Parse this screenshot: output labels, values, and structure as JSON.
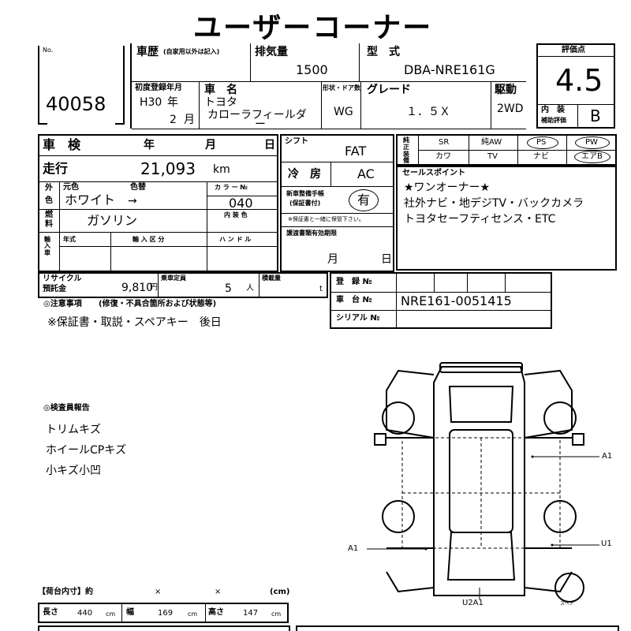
{
  "title": "ユーザーコーナー",
  "header": {
    "no_label": "No.",
    "no_value": "40058",
    "history_label": "車歴",
    "history_note": "(自家用以外は記入)",
    "displacement_label": "排気量",
    "displacement_value": "1500",
    "model_label": "型　式",
    "model_value": "DBA-NRE161G",
    "grade_label": "評価点",
    "grade_value": "4.5",
    "first_reg_label": "初度登録年月",
    "first_reg_era": "H30",
    "first_reg_year_unit": "年",
    "first_reg_month": "2",
    "first_reg_month_unit": "月",
    "car_name_label": "車　名",
    "car_name_line1": "トヨタ",
    "car_name_line2": "カローラフィールダ",
    "car_name_line3": "ー",
    "body_label": "形状・ドア数",
    "body_value": "WG",
    "trim_label": "グレード",
    "trim_value": "１．５Ｘ",
    "drive_label": "駆動",
    "drive_value": "2WD",
    "interior_label1": "内　装",
    "interior_label2": "補助評価",
    "interior_value": "B"
  },
  "inspection": {
    "shaken_label": "車　検",
    "year": "年",
    "month": "月",
    "day": "日",
    "mileage_label": "走行",
    "mileage_value": "21,093",
    "mileage_unit": "km",
    "ext_label1": "外",
    "ext_label2": "色",
    "orig_color_label": "元色",
    "repaint_label": "色替",
    "color_value": "ホワイト",
    "arrow": "→",
    "color_no_label": "カ ラ ー №",
    "color_no_value": "040",
    "interior_color_label": "内 装 色",
    "fuel_label1": "燃",
    "fuel_label2": "料",
    "fuel_value": "ガソリン",
    "import_label": "輸入車",
    "model_year_label": "年式",
    "import_type_label": "輸 入 区 分",
    "handle_label": "ハ ン ド ル",
    "recycle_label1": "リサイクル",
    "recycle_label2": "預託金",
    "recycle_value": "9,810",
    "recycle_unit": "円",
    "capacity_label": "乗車定員",
    "capacity_value": "5",
    "capacity_unit": "人",
    "load_label": "積載量",
    "load_unit": "t"
  },
  "shift": {
    "label": "シフト",
    "value": "FAT",
    "ac_label": "冷　房",
    "ac_value": "AC",
    "manual_label1": "新車整備手帳",
    "manual_label2": "(保証書付)",
    "manual_value": "有",
    "manual_note": "※保証書と一緒に保管下さい。",
    "wave_label": "譲渡書類有効期限",
    "wave_month": "月",
    "wave_day": "日"
  },
  "equipment": {
    "label": "純正装備",
    "sr": "SR",
    "aw": "純AW",
    "ps": "PS",
    "pw": "PW",
    "leather": "カワ",
    "tv": "TV",
    "navi": "ナビ",
    "airbag": "エアB"
  },
  "sales": {
    "label": "セールスポイント",
    "line1": "★ワンオーナー★",
    "line2": "社外ナビ・地デジTV・バックカメラ",
    "line3": "トヨタセーフティセンス・ETC"
  },
  "registration": {
    "reg_label": "登　録 №",
    "chassis_label": "車　台 №",
    "chassis_value": "NRE161-0051415",
    "serial_label": "シリアル №"
  },
  "notes": {
    "title": "◎注意事項",
    "subtitle": "(修復・不具合箇所および状態等)",
    "line1": "※保証書・取説・スペアキー　後日"
  },
  "inspector": {
    "title": "◎検査員報告",
    "items": [
      "トリムキズ",
      "ホイールCPキズ",
      "小キズ小凹"
    ]
  },
  "diagram": {
    "a1_right": "A1",
    "a1_left": "A1",
    "u1": "U1",
    "bottom": "U2A1",
    "spare": "スペア"
  },
  "cargo": {
    "title": "【荷台内寸】約",
    "x1": "×",
    "x2": "×",
    "unit": "(cm)",
    "length_label": "長さ",
    "length_value": "440",
    "width_label": "幅",
    "width_value": "169",
    "height_label": "高さ",
    "height_value": "147",
    "cm": "cm"
  }
}
